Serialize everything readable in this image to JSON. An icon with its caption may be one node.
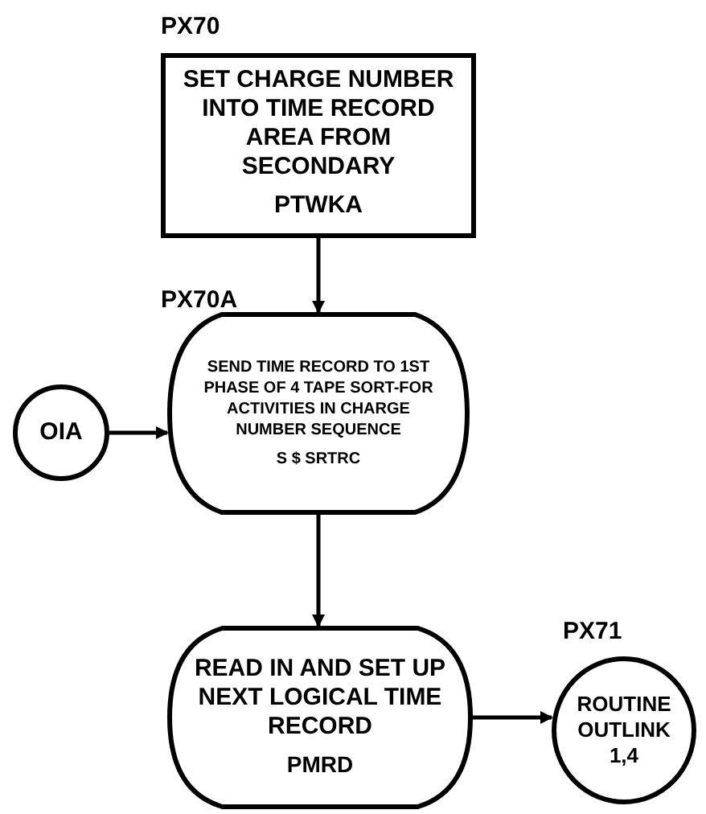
{
  "diagram": {
    "nodes": [
      {
        "text": [
          "SET CHARGE NUMBER INTO TIME RECORD AREA FROM SECONDARY",
          "PTWKA"
        ],
        "beside": [
          "PX70"
        ]
      },
      {
        "text": [
          "SEND TIME RECORD TO 1ST PHASE OF 4 TAPE SORT-FOR ACTIVITIES IN CHARGE NUMBER SEQUENCE",
          "S $ SRTRC"
        ],
        "beside": [
          "PX70A"
        ]
      },
      {
        "text": [
          "OIA"
        ]
      },
      {
        "text": [
          "READ IN AND SET UP NEXT LOGICAL TIME RECORD",
          "PMRD"
        ]
      },
      {
        "text": [
          "ROUTINE OUTLINK 1,4"
        ],
        "beside": [
          "PX71"
        ]
      }
    ],
    "edges": [
      {
        "from": 0,
        "to": 1,
        "arrow": "to"
      },
      {
        "from": 2,
        "to": 1,
        "arrow": "to"
      },
      {
        "from": 1,
        "to": 3,
        "arrow": "to"
      },
      {
        "from": 3,
        "to": 4,
        "arrow": "to"
      }
    ]
  }
}
